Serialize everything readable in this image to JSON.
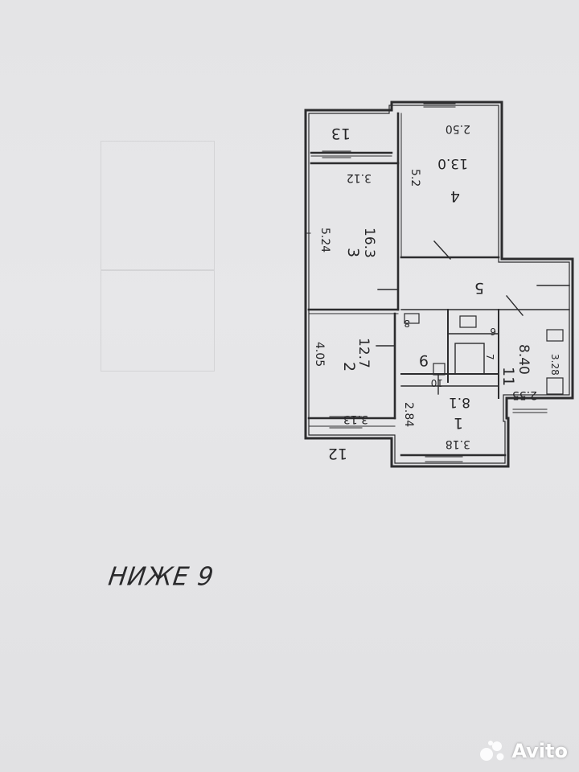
{
  "plan": {
    "balcony_top": "13",
    "balcony_bottom": "12",
    "room4": {
      "number": "4",
      "area": "13.0",
      "width": "2.50",
      "length": "5.2"
    },
    "room3": {
      "number": "3",
      "area": "16.3",
      "width": "3.12",
      "length": "5.24"
    },
    "room2": {
      "number": "2",
      "area": "12.7",
      "width": "3.13",
      "length": "4.05"
    },
    "room1": {
      "number": "1",
      "area": "8.1",
      "width": "3.18",
      "length": "2.84"
    },
    "room5": {
      "number": "5"
    },
    "room6": {
      "number": "6"
    },
    "room7": {
      "number": "7"
    },
    "room8": {
      "number": "8"
    },
    "room9": {
      "number": "9"
    },
    "room10": {
      "number": "10"
    },
    "room11": {
      "number": "11",
      "area": "8.40",
      "width": "2.55",
      "length": "3.28"
    }
  },
  "caption": "НИЖЕ 9",
  "watermark": {
    "brand": "Avito",
    "logo_icon": "avito-dots-icon"
  }
}
